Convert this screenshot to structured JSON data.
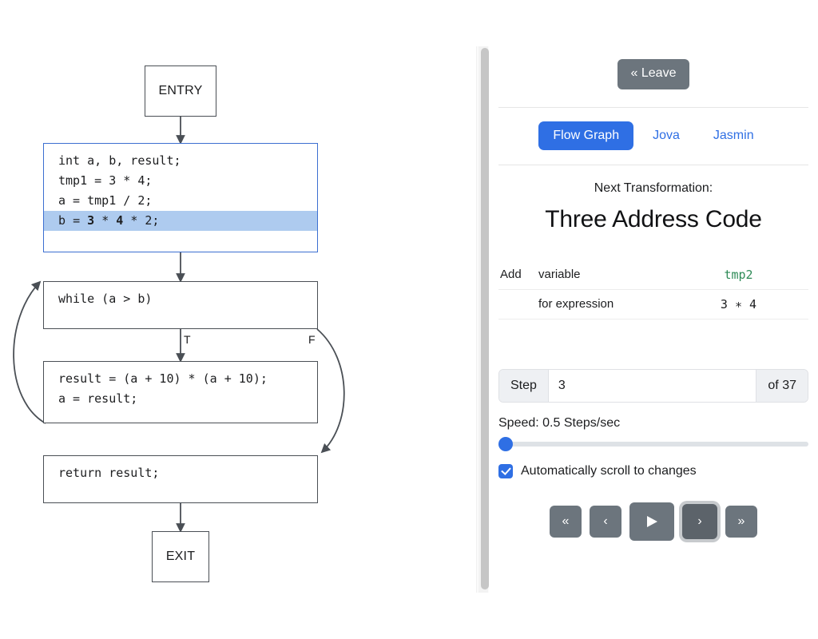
{
  "graph": {
    "title": "control-flow-graph",
    "nodes": [
      {
        "id": "entry",
        "kind": "terminal",
        "label": "ENTRY"
      },
      {
        "id": "decls",
        "kind": "code",
        "active": true,
        "lines": [
          {
            "text": "int a, b, result;",
            "highlight": false
          },
          {
            "text": "tmp1 = 3 * 4;",
            "highlight": false
          },
          {
            "text": "a = tmp1 / 2;",
            "highlight": false
          },
          {
            "text": "b = 3 * 4 * 2;",
            "highlight": true,
            "bold_parts": [
              "3",
              "4"
            ]
          }
        ]
      },
      {
        "id": "while",
        "kind": "code",
        "active": false,
        "lines": [
          {
            "text": "while (a > b)",
            "highlight": false
          }
        ]
      },
      {
        "id": "body",
        "kind": "code",
        "active": false,
        "lines": [
          {
            "text": "result = (a + 10) * (a + 10);",
            "highlight": false
          },
          {
            "text": "a = result;",
            "highlight": false
          }
        ]
      },
      {
        "id": "return",
        "kind": "code",
        "active": false,
        "lines": [
          {
            "text": "return result;",
            "highlight": false
          }
        ]
      },
      {
        "id": "exit",
        "kind": "terminal",
        "label": "EXIT"
      }
    ],
    "edge_labels": {
      "true_branch": "T",
      "false_branch": "F"
    },
    "colors": {
      "node_border": "#4a4f55",
      "active_border": "#3c6fd1",
      "highlight_bg": "#aecbef",
      "edge": "#4a4f55"
    }
  },
  "panel": {
    "leave_button": "« Leave",
    "tabs": [
      {
        "id": "flow-graph",
        "label": "Flow Graph",
        "active": true
      },
      {
        "id": "jova",
        "label": "Jova",
        "active": false
      },
      {
        "id": "jasmin",
        "label": "Jasmin",
        "active": false
      }
    ],
    "transformation": {
      "caption": "Next Transformation:",
      "title": "Three Address Code"
    },
    "details": [
      {
        "key1": "Add",
        "key2": "variable",
        "value": "tmp2",
        "value_style": "green"
      },
      {
        "key1": "",
        "key2": "for expression",
        "value": "3 ∗ 4",
        "value_style": "plain"
      }
    ],
    "step": {
      "prefix_label": "Step",
      "value": "3",
      "placeholder": "",
      "suffix_label": "of 37",
      "total": 37
    },
    "speed": {
      "label": "Speed: 0.5 Steps/sec",
      "value": 0.5,
      "thumb_percent": 0
    },
    "autoscroll": {
      "label": "Automatically scroll to changes",
      "checked": true
    },
    "nav_buttons": [
      {
        "id": "first",
        "icon": "double-chevron-left-icon",
        "glyph": "«",
        "focused": false
      },
      {
        "id": "prev",
        "icon": "chevron-left-icon",
        "glyph": "‹",
        "focused": false
      },
      {
        "id": "play",
        "icon": "play-icon",
        "glyph": "▶",
        "focused": false
      },
      {
        "id": "next",
        "icon": "chevron-right-icon",
        "glyph": "›",
        "focused": true
      },
      {
        "id": "last",
        "icon": "double-chevron-right-icon",
        "glyph": "»",
        "focused": false
      }
    ],
    "colors": {
      "accent": "#2f6fe4",
      "secondary_button": "#6c757d",
      "value_green": "#2e8b57"
    }
  }
}
